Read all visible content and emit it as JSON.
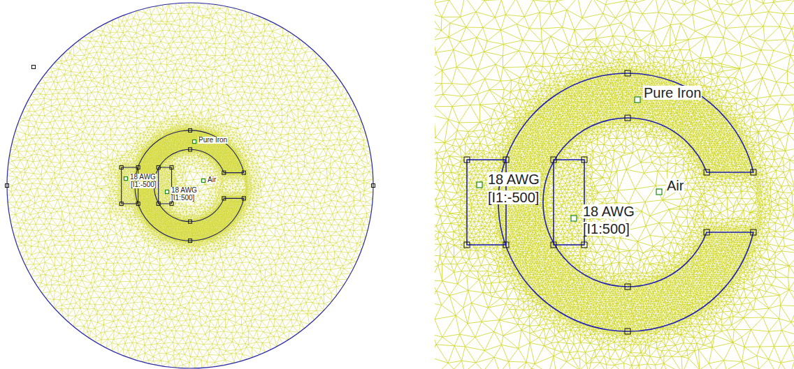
{
  "diagram": {
    "labels": [
      "Pure Iron",
      "18 AWG",
      "[I1:-500]",
      "18 AWG",
      "[I1:500]",
      "Air",
      "Pure Iron",
      "18 AWG",
      "[I1:-500]",
      "18 AWG",
      "[I1:500]",
      "Air"
    ]
  }
}
